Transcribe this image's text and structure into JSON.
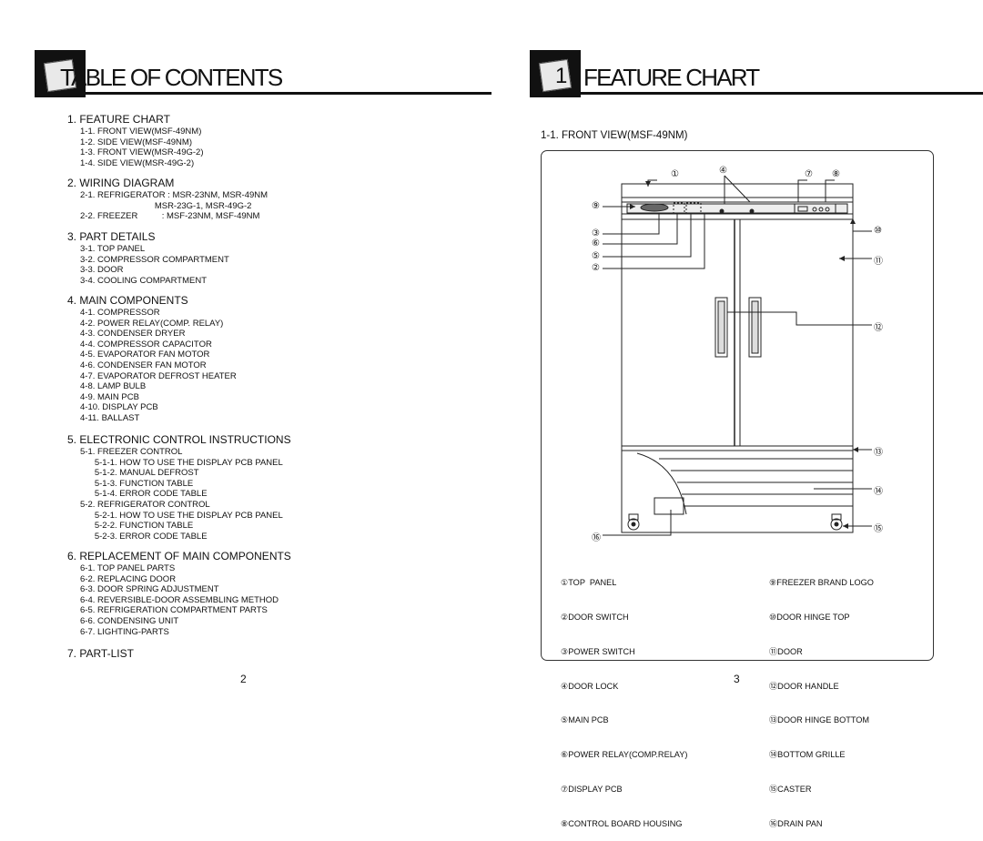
{
  "left": {
    "title": "TABLE OF CONTENTS",
    "page_number": "2",
    "sections": [
      {
        "heading": "1. FEATURE  CHART",
        "items": [
          "1-1. FRONT VIEW(MSF-49NM)",
          "1-2. SIDE VIEW(MSF-49NM)",
          "1-3. FRONT VIEW(MSR-49G-2)",
          "1-4. SIDE VIEW(MSR-49G-2)"
        ]
      },
      {
        "heading": "2. WIRING  DIAGRAM",
        "items": [
          "2-1. REFRIGERATOR : MSR-23NM, MSR-49NM",
          "                               MSR-23G-1, MSR-49G-2",
          "2-2. FREEZER          : MSF-23NM, MSF-49NM"
        ]
      },
      {
        "heading": "3. PART DETAILS",
        "items": [
          "3-1. TOP PANEL",
          "3-2. COMPRESSOR COMPARTMENT",
          "3-3. DOOR",
          "3-4. COOLING COMPARTMENT"
        ]
      },
      {
        "heading": "4. MAIN COMPONENTS",
        "items": [
          "4-1. COMPRESSOR",
          "4-2. POWER RELAY(COMP. RELAY)",
          "4-3. CONDENSER DRYER",
          "4-4. COMPRESSOR CAPACITOR",
          "4-5. EVAPORATOR FAN MOTOR",
          "4-6. CONDENSER FAN MOTOR",
          "4-7. EVAPORATOR DEFROST HEATER",
          "4-8. LAMP BULB",
          "4-9. MAIN PCB",
          "4-10. DISPLAY PCB",
          "4-11. BALLAST"
        ]
      },
      {
        "heading": "5. ELECTRONIC CONTROL INSTRUCTIONS",
        "items": [
          "5-1. FREEZER CONTROL",
          "      5-1-1. HOW TO USE THE DISPLAY PCB PANEL",
          "      5-1-2. MANUAL DEFROST",
          "      5-1-3. FUNCTION TABLE",
          "      5-1-4. ERROR CODE TABLE",
          "5-2. REFRIGERATOR CONTROL",
          "      5-2-1. HOW TO USE THE DISPLAY PCB PANEL",
          "      5-2-2. FUNCTION TABLE",
          "      5-2-3. ERROR CODE TABLE"
        ]
      },
      {
        "heading": "6. REPLACEMENT OF MAIN COMPONENTS",
        "items": [
          "6-1. TOP PANEL PARTS",
          "6-2. REPLACING DOOR",
          "6-3. DOOR SPRING ADJUSTMENT",
          "6-4. REVERSIBLE-DOOR ASSEMBLING METHOD",
          "6-5. REFRIGERATION COMPARTMENT PARTS",
          "6-6. CONDENSING UNIT",
          "6-7. LIGHTING-PARTS"
        ]
      },
      {
        "heading": "7. PART-LIST",
        "items": []
      }
    ]
  },
  "right": {
    "title": "FEATURE CHART",
    "badge": "1",
    "page_number": "3",
    "subtitle": "1-1. FRONT VIEW(MSF-49NM)",
    "callouts": [
      "①",
      "②",
      "③",
      "④",
      "⑤",
      "⑥",
      "⑦",
      "⑧",
      "⑨",
      "⑩",
      "⑪",
      "⑫",
      "⑬",
      "⑭",
      "⑮",
      "⑯"
    ],
    "legend_left": [
      "①TOP  PANEL",
      "②DOOR SWITCH",
      "③POWER SWITCH",
      "④DOOR LOCK",
      "⑤MAIN PCB",
      "⑥POWER RELAY(COMP.RELAY)",
      "⑦DISPLAY PCB",
      "⑧CONTROL BOARD HOUSING"
    ],
    "legend_right": [
      "⑨FREEZER BRAND LOGO",
      "⑩DOOR HINGE TOP",
      "⑪DOOR",
      "⑫DOOR HANDLE",
      "⑬DOOR HINGE BOTTOM",
      "⑭BOTTOM GRILLE",
      "⑮CASTER",
      "⑯DRAIN PAN"
    ]
  }
}
